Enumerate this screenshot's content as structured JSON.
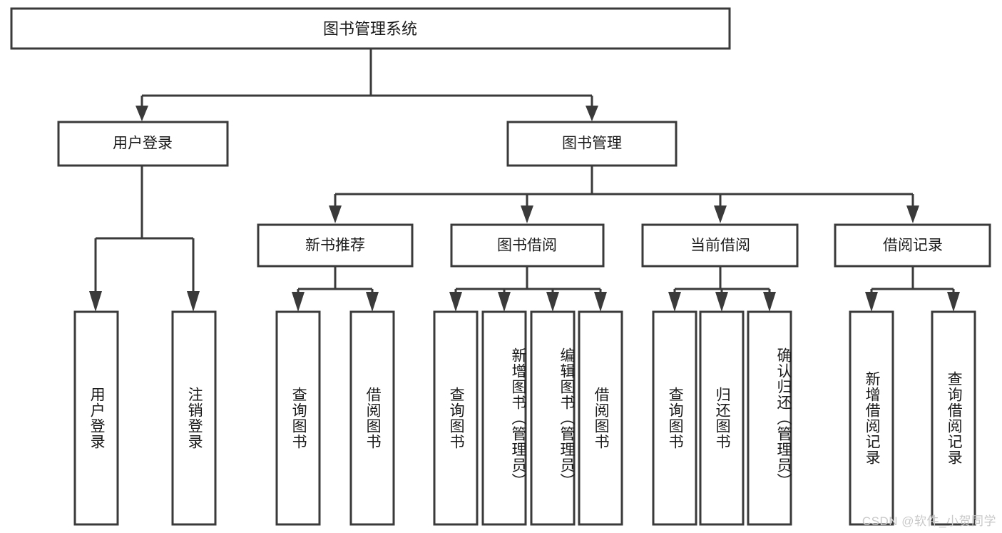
{
  "diagram": {
    "kind": "tree-hierarchy-chart",
    "title_node": {
      "label": "图书管理系统"
    },
    "level2": [
      {
        "id": "user-login",
        "label": "用户登录"
      },
      {
        "id": "book-management",
        "label": "图书管理"
      }
    ],
    "level3": [
      {
        "id": "new-book-recommend",
        "label": "新书推荐",
        "parent": "book-management"
      },
      {
        "id": "book-borrow",
        "label": "图书借阅",
        "parent": "book-management"
      },
      {
        "id": "current-borrow",
        "label": "当前借阅",
        "parent": "book-management"
      },
      {
        "id": "borrow-record",
        "label": "借阅记录",
        "parent": "book-management"
      }
    ],
    "leaves": {
      "user-login": [
        {
          "id": "leaf-user-login",
          "label": "用户登录"
        },
        {
          "id": "leaf-logout-login",
          "label": "注销登录"
        }
      ],
      "new-book-recommend": [
        {
          "id": "leaf-query-book-1",
          "label": "查询图书"
        },
        {
          "id": "leaf-borrow-book-1",
          "label": "借阅图书"
        }
      ],
      "book-borrow": [
        {
          "id": "leaf-query-book-2",
          "label": "查询图书"
        },
        {
          "id": "leaf-add-book",
          "label": "新增图书（管理员）"
        },
        {
          "id": "leaf-edit-book",
          "label": "编辑图书（管理员）"
        },
        {
          "id": "leaf-borrow-book-2",
          "label": "借阅图书"
        }
      ],
      "current-borrow": [
        {
          "id": "leaf-query-book-3",
          "label": "查询图书"
        },
        {
          "id": "leaf-return-book",
          "label": "归还图书"
        },
        {
          "id": "leaf-confirm-return",
          "label": "确认归还（管理员）"
        }
      ],
      "borrow-record": [
        {
          "id": "leaf-add-record",
          "label": "新增借阅记录"
        },
        {
          "id": "leaf-query-record",
          "label": "查询借阅记录"
        }
      ]
    },
    "watermark": "CSDN @软件_小贺同学",
    "colors": {
      "box_stroke": "#3a3a3a",
      "box_fill": "#ffffff",
      "text": "#1a1a1a",
      "background": "#ffffff",
      "watermark": "#c9c9c9"
    }
  }
}
